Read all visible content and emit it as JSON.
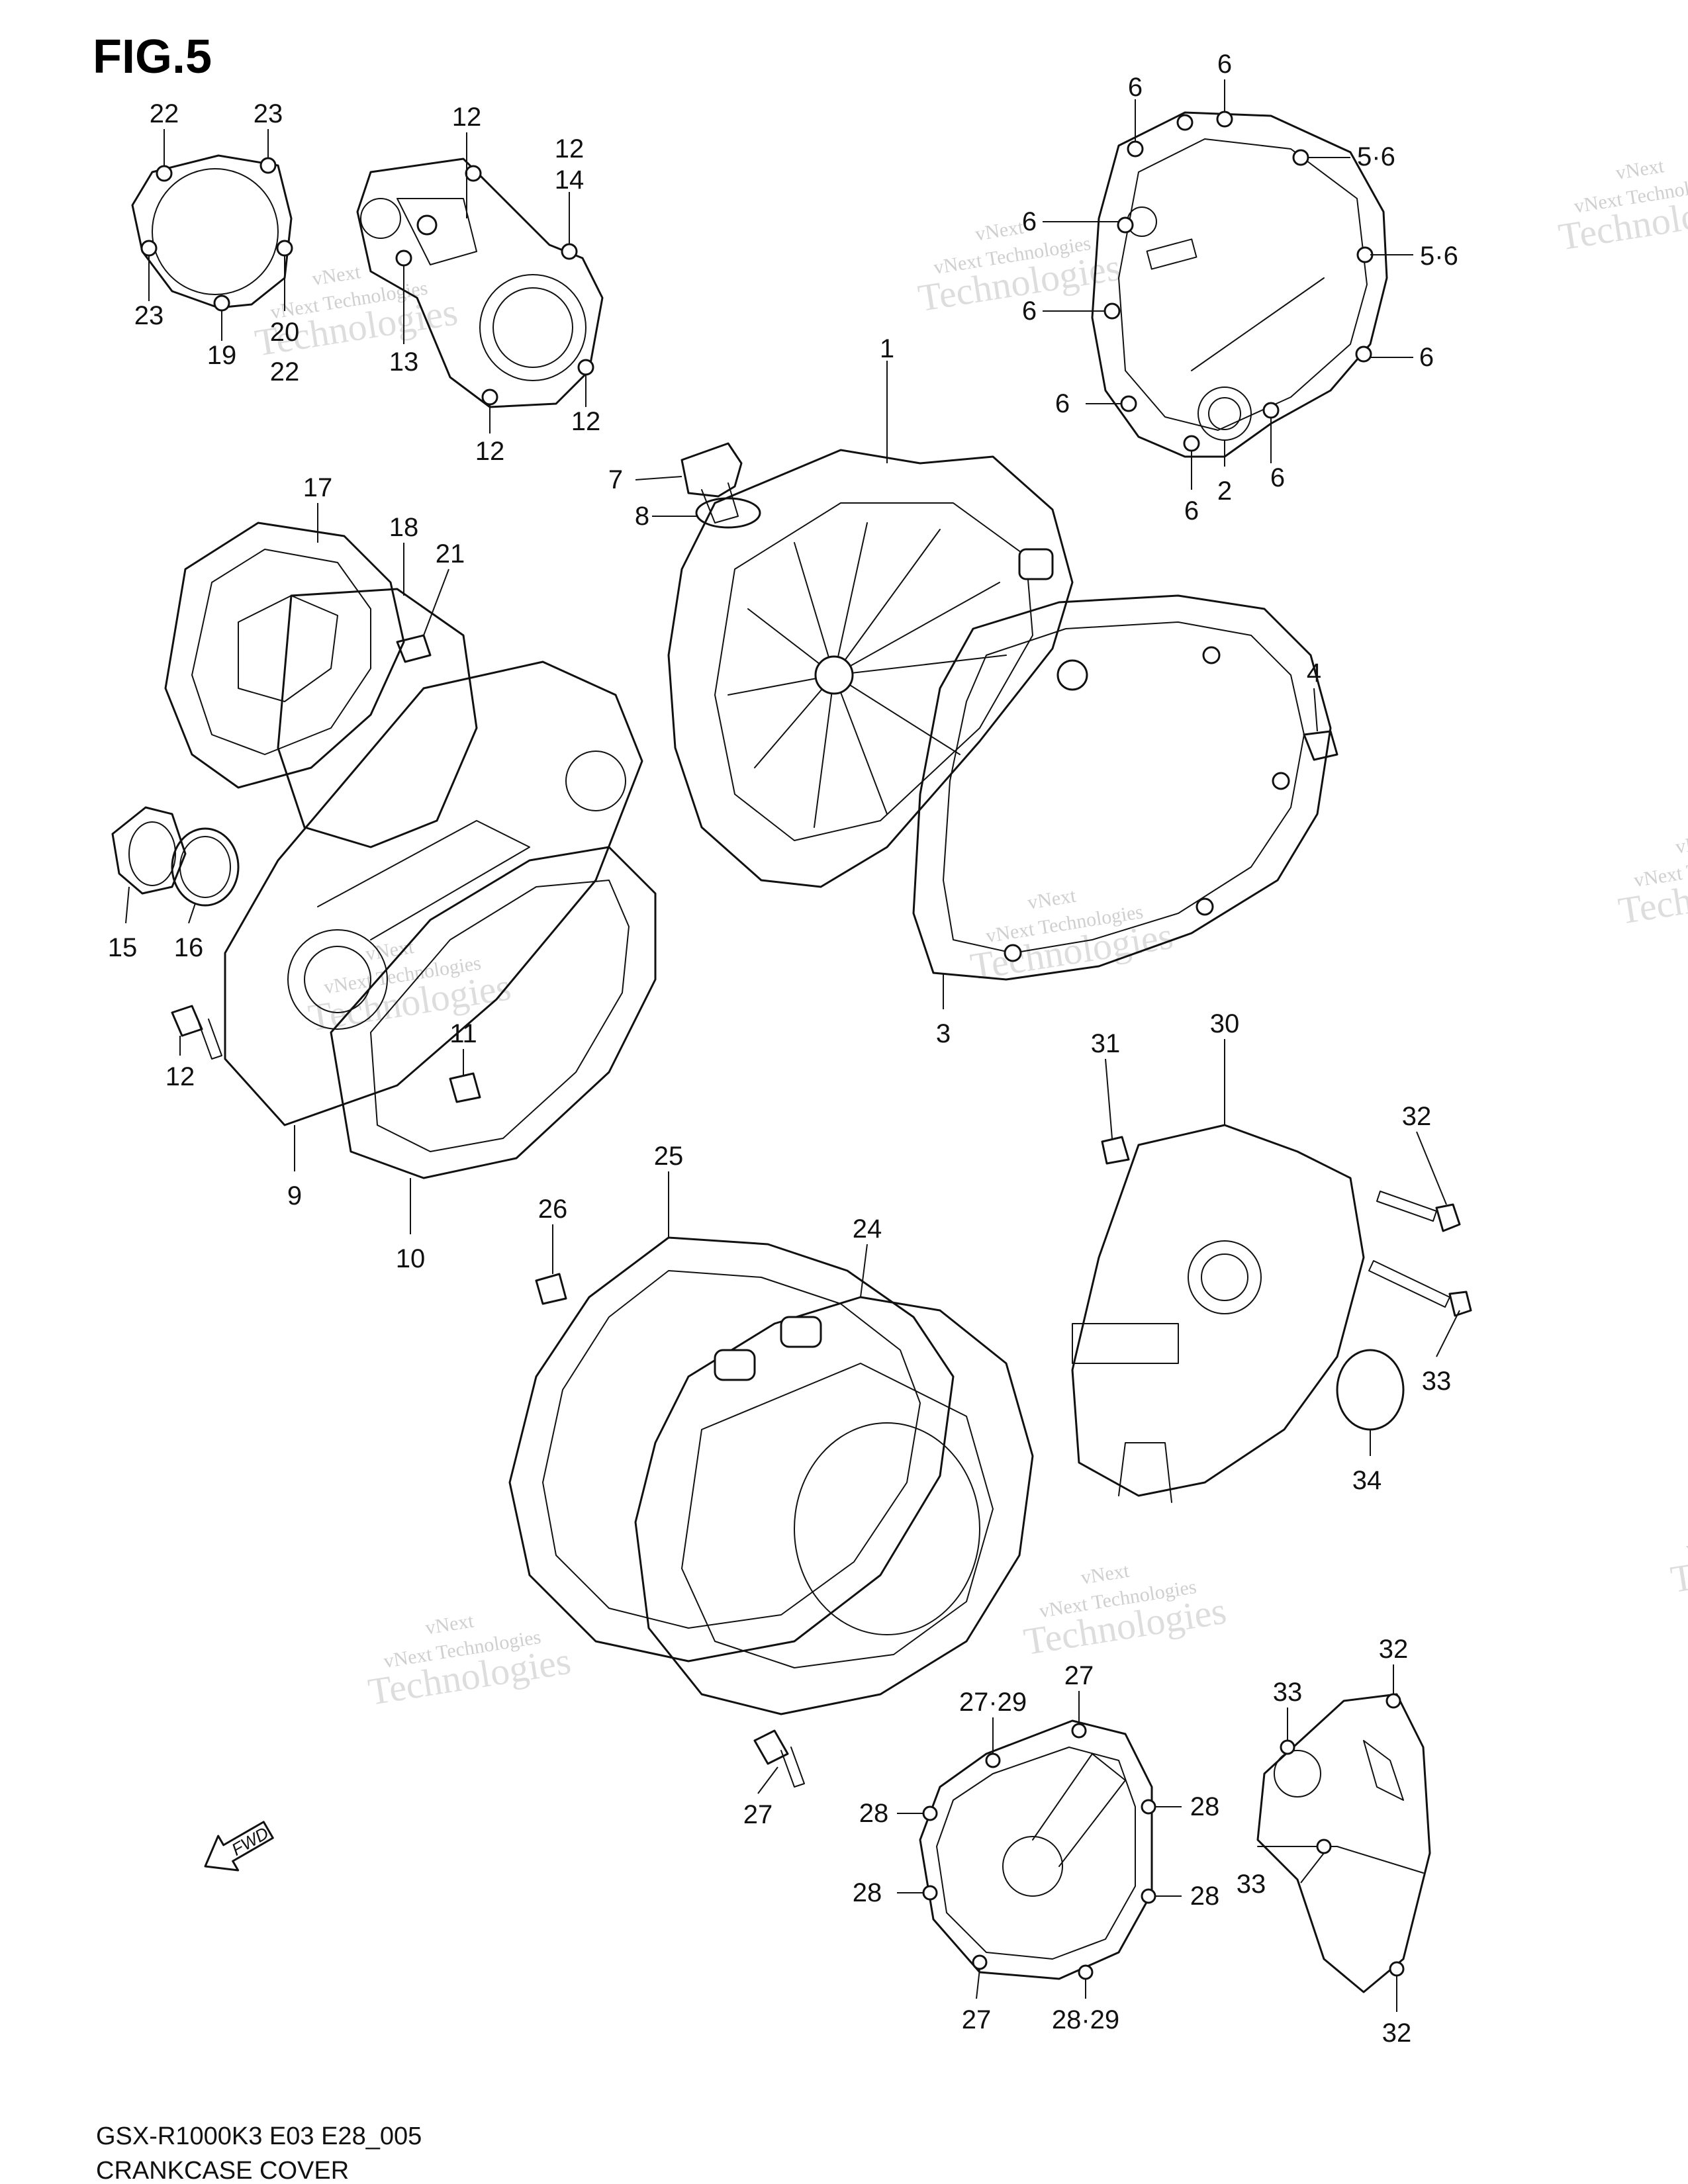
{
  "figure": {
    "title": "FIG.5",
    "footer_model": "GSX-R1000K3 E03 E28_005",
    "footer_name": "CRANKCASE COVER",
    "fwd_arrow_label": "FWD"
  },
  "watermark": {
    "line1": "vNext",
    "line2": "vNext Technologies",
    "line3": "Technologies"
  },
  "callouts": [
    "22",
    "23",
    "23",
    "19",
    "20",
    "22",
    "12",
    "12",
    "14",
    "13",
    "12",
    "12",
    "6",
    "6",
    "5·6",
    "6",
    "5·6",
    "6",
    "6",
    "6",
    "6",
    "2",
    "6",
    "1",
    "7",
    "8",
    "17",
    "18",
    "21",
    "4",
    "15",
    "16",
    "12",
    "9",
    "10",
    "11",
    "3",
    "31",
    "30",
    "32",
    "33",
    "34",
    "25",
    "24",
    "26",
    "27",
    "27·29",
    "27",
    "28",
    "28",
    "28",
    "28",
    "27",
    "28·29",
    "33",
    "32",
    "33",
    "32"
  ]
}
